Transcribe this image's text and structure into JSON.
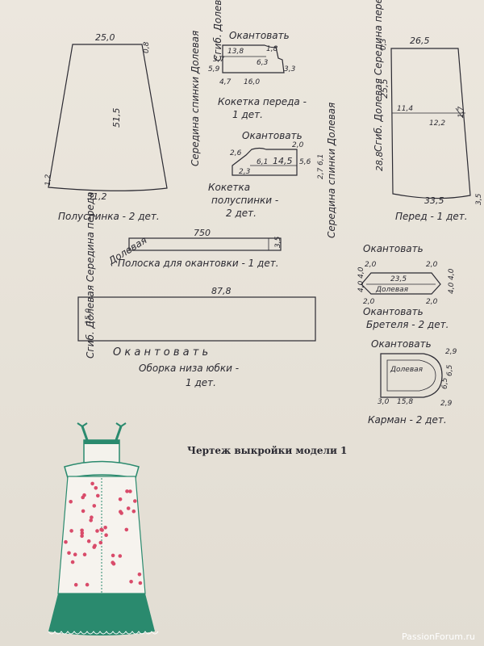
{
  "back_piece": {
    "top": "25,0",
    "top_right": "0,8",
    "bottom": "31,2",
    "left": "1,2",
    "height": "51,5",
    "side": "Середина спинки Долевая",
    "caption": "Полуспинка - 2 дет."
  },
  "front_yoke": {
    "title": "Окантовать",
    "left": "Сгиб. Долевая Середина переда",
    "w1": "13,8",
    "r1": "1,8",
    "h1": "5,9",
    "h2": "3,7",
    "mid": "6,3",
    "r2": "3,3",
    "b1": "4,7",
    "b2": "16,0",
    "caption1": "Кокетка переда -",
    "caption2": "1 дет."
  },
  "back_yoke": {
    "title": "Окантовать",
    "top": "2,0",
    "left": "2,6",
    "h": "6,1",
    "w": "14,5",
    "r": "5,6",
    "bl": "2,3",
    "br": "2,7 6,1",
    "caption1": "Кокетка",
    "caption2": "полуспинки -",
    "caption3": "2 дет.",
    "side": "Середина спинки Долевая"
  },
  "front_piece": {
    "top": "26,5",
    "top_left": "0,3",
    "top_height": "25,5",
    "bottom_height": "28,8",
    "line": "11,4",
    "line2": "12,2",
    "small": "1,7",
    "bottom": "33,5",
    "right": "3,5",
    "side": "Сгиб. Долевая Середина переда",
    "caption": "Перед - 1 дет."
  },
  "strip": {
    "grain": "Долевая",
    "length": "750",
    "width": "3,5",
    "caption": "Полоска для окантовки - 1 дет."
  },
  "ruffle": {
    "length": "87,8",
    "width": "15,0",
    "side": "Сгиб. Долевая Середина переда",
    "edge": "О к а н т о в а т ь",
    "caption1": "Оборка низа юбки -",
    "caption2": "1 дет."
  },
  "strap": {
    "top": "Окантовать",
    "l1": "2,0",
    "r1": "2,0",
    "len": "23,5",
    "grain": "Долевая",
    "lh": "4,0 4,0",
    "rh": "4,0 4,0",
    "l2": "2,0",
    "r2": "2,0",
    "bottom": "Окантовать",
    "caption": "Бретеля - 2 дет."
  },
  "pocket": {
    "top": "Окантовать",
    "tr": "2,9",
    "grain": "Долевая",
    "r1": "6,5",
    "r2": "6,5",
    "b1": "3,0",
    "b2": "15,8",
    "br": "2,9",
    "caption": "Карман - 2 дет."
  },
  "figure_caption": "Чертеж выкройки модели 1",
  "watermark": "PassionForum.ru"
}
